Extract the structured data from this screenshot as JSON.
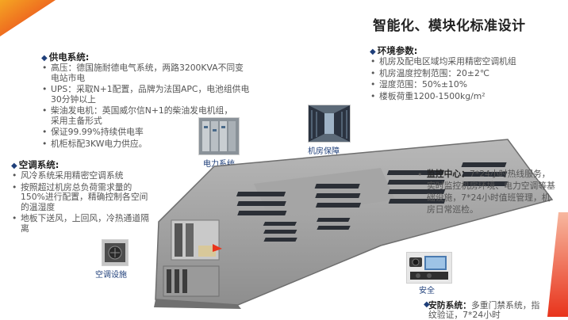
{
  "title": "智能化、模块化标准设计",
  "power": {
    "heading": "供电系统:",
    "items": [
      "高压：德国施耐德电气系统，两路3200KVA不同变电站市电",
      "UPS：采取N+1配置，品牌为法国APC，电池组供电30分钟以上",
      "柴油发电机：英国威尔信N+1的柴油发电机组，采用主备形式",
      "保证99.99%持续供电率",
      "机柜标配3KW电力供应。"
    ]
  },
  "cooling": {
    "heading": "空调系统:",
    "items": [
      "风冷系统采用精密空调系统",
      "按照超过机房总负荷需求量的150%进行配置，精确控制各空间的温湿度",
      "地板下送风，上回风，冷热通道隔离"
    ]
  },
  "environment": {
    "heading": "环境参数:",
    "items": [
      "机房及配电区域均采用精密空调机组",
      "机房温度控制范围：20±2℃",
      "湿度范围：50%±10%",
      "楼板荷重1200-1500kg/m²"
    ]
  },
  "monitor": {
    "label": "监控中心：",
    "text": "7*24小时热线服务，实时监控机房环境、电力空调等基础设施，7*24小时值班管理，机房日常巡检。"
  },
  "security": {
    "label": "安防系统：",
    "text": "多重门禁系统，指纹验证，7*24小时"
  },
  "captions": {
    "power_photo": "电力系统",
    "room_photo": "机房保障",
    "ac_photo": "空调设施",
    "security_photo": "安全"
  },
  "colors": {
    "accent_red": "#e8341c",
    "accent_orange": "#f39a1e",
    "heading_blue": "#1f3f7a"
  }
}
